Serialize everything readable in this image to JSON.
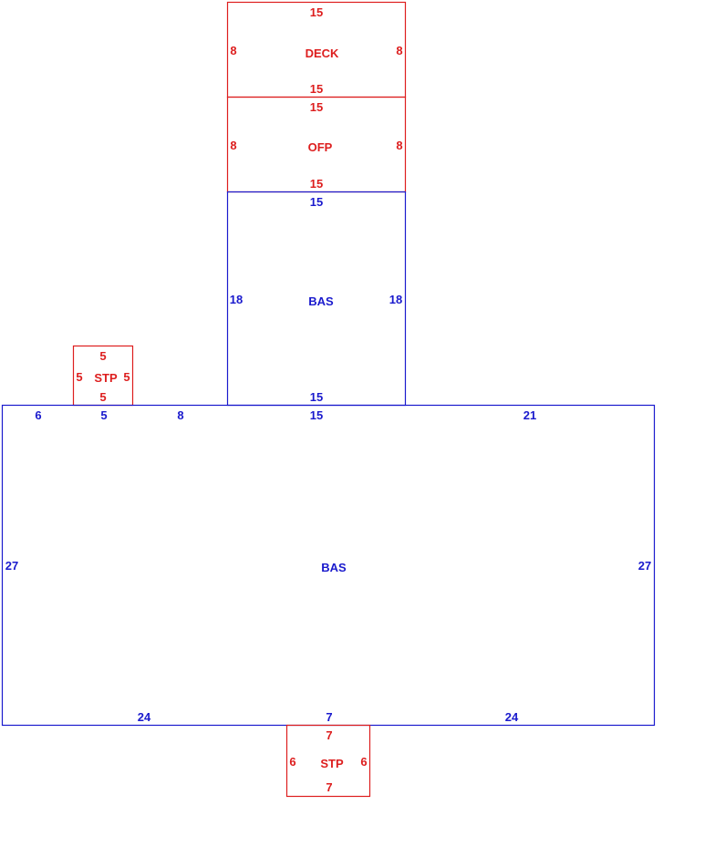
{
  "colors": {
    "living": "#1a1acd",
    "other": "#dd1e1e",
    "background": "#ffffff"
  },
  "areas": {
    "deck": {
      "name": "DECK",
      "top": "15",
      "bottom": "15",
      "left": "8",
      "right": "8"
    },
    "ofp": {
      "name": "OFP",
      "top": "15",
      "bottom": "15",
      "left": "8",
      "right": "8"
    },
    "bas_upper": {
      "name": "BAS",
      "top": "15",
      "bottom": "15",
      "left": "18",
      "right": "18"
    },
    "stp_left": {
      "name": "STP",
      "top": "5",
      "bottom": "5",
      "left": "5",
      "right": "5"
    },
    "bas_main": {
      "name": "BAS",
      "top_segments": [
        "6",
        "5",
        "8",
        "15",
        "21"
      ],
      "left": "27",
      "right": "27",
      "bottom_segments": [
        "24",
        "7",
        "24"
      ]
    },
    "stp_bottom": {
      "name": "STP",
      "top": "7",
      "bottom": "7",
      "left": "6",
      "right": "6"
    }
  }
}
